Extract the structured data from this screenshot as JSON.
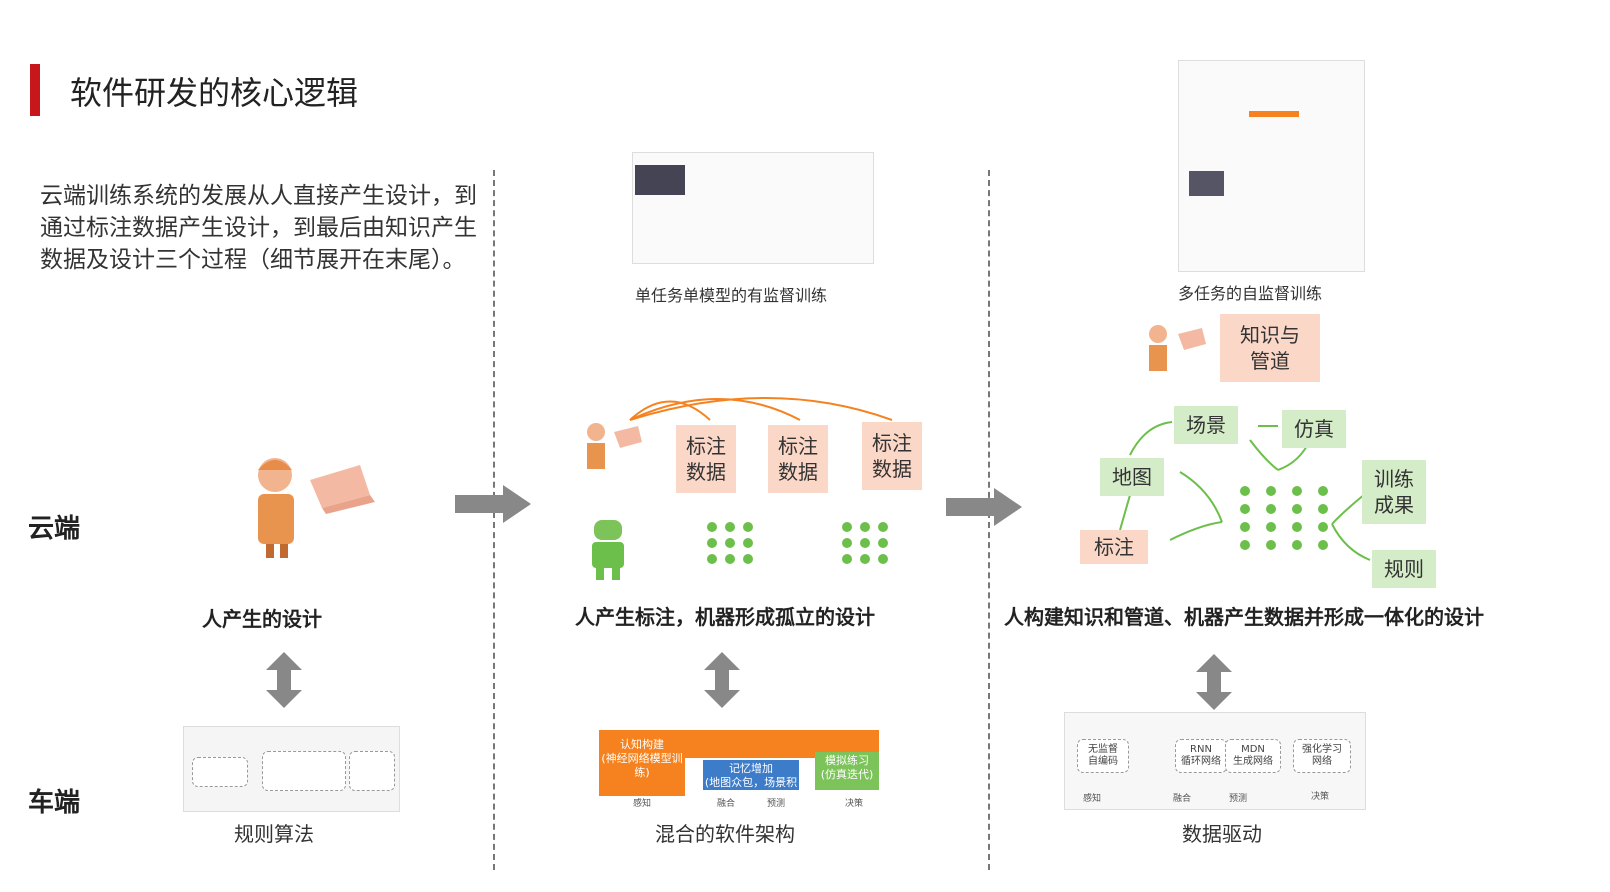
{
  "title": "软件研发的核心逻辑",
  "description": "云端训练系统的发展从人直接产生设计，到通过标注数据产生设计，到最后由知识产生数据及设计三个过程（细节展开在末尾）。",
  "row_labels": {
    "cloud": "云端",
    "vehicle": "车端"
  },
  "stage1": {
    "caption": "人产生的设计",
    "vehicle_caption": "规则算法"
  },
  "stage2": {
    "top_caption": "单任务单模型的有监督训练",
    "label_boxes": [
      "标注\n数据",
      "标注\n数据",
      "标注\n数据"
    ],
    "caption": "人产生标注，机器形成孤立的设计",
    "vehicle_caption": "混合的软件架构",
    "arch": {
      "orange": "认知构建\n(神经网络模型训练)",
      "blue": "记忆增加\n(地图众包，场景积累)",
      "green": "模拟练习\n(仿真迭代)",
      "footer": [
        "感知",
        "融合",
        "预测",
        "决策"
      ]
    }
  },
  "stage3": {
    "top_caption": "多任务的自监督训练",
    "knowledge": "知识与\n管道",
    "nodes": {
      "scene": "场景",
      "sim": "仿真",
      "map": "地图",
      "label": "标注",
      "result": "训练\n成果",
      "rules": "规则"
    },
    "caption": "人构建知识和管道、机器产生数据并形成一体化的设计",
    "vehicle_caption": "数据驱动",
    "arch": {
      "boxes": [
        "无监督\n自编码",
        "RNN\n循环网络",
        "MDN\n生成网络",
        "强化学习\n网络"
      ],
      "footer": [
        "感知",
        "融合",
        "预测",
        "决策"
      ]
    }
  },
  "colors": {
    "accent": "#c8161d",
    "peach": "#fbd7c7",
    "green": "#6cbf4a",
    "orange": "#f5821f",
    "blue": "#3d7cc9"
  }
}
